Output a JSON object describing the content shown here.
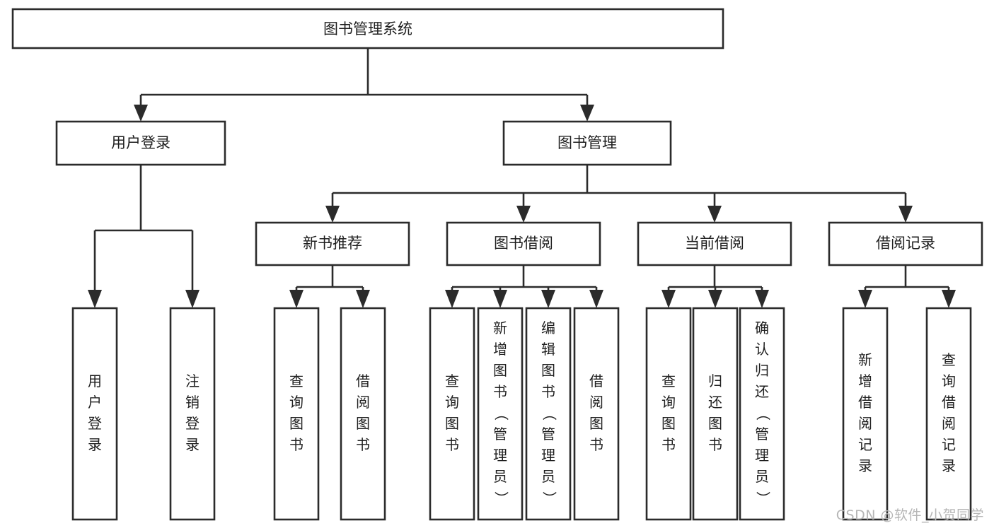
{
  "diagram": {
    "type": "tree",
    "title": "图书管理系统",
    "watermark": "CSDN @软件_小贺同学",
    "colors": {
      "stroke": "#2b2b2b",
      "fill": "#ffffff",
      "text": "#1f1f1f",
      "watermark": "#b6b6b6"
    },
    "levels": {
      "root": {
        "label": "图书管理系统"
      },
      "level2": [
        {
          "label": "用户登录"
        },
        {
          "label": "图书管理"
        }
      ],
      "level3": [
        {
          "label": "新书推荐"
        },
        {
          "label": "图书借阅"
        },
        {
          "label": "当前借阅"
        },
        {
          "label": "借阅记录"
        }
      ]
    },
    "leaves": {
      "user_login": [
        {
          "label": "用户登录"
        },
        {
          "label": "注销登录"
        }
      ],
      "new_book_recommend": [
        {
          "label": "查询图书"
        },
        {
          "label": "借阅图书"
        }
      ],
      "book_borrow": [
        {
          "label": "查询图书"
        },
        {
          "label": "新增图书（管理员）"
        },
        {
          "label": "编辑图书（管理员）"
        },
        {
          "label": "借阅图书"
        }
      ],
      "current_borrow": [
        {
          "label": "查询图书"
        },
        {
          "label": "归还图书"
        },
        {
          "label": "确认归还（管理员）"
        }
      ],
      "borrow_record": [
        {
          "label": "新增借阅记录"
        },
        {
          "label": "查询借阅记录"
        }
      ]
    }
  }
}
